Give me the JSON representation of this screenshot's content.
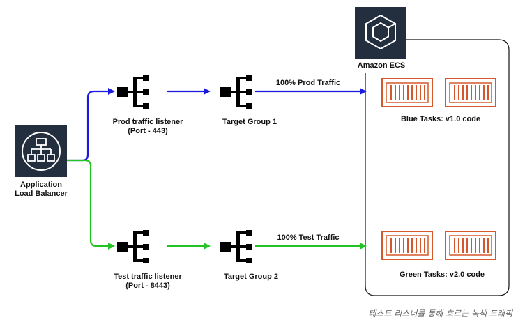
{
  "nodes": {
    "alb": {
      "label_line1": "Application",
      "label_line2": "Load Balancer",
      "icon": "load-balancer-icon"
    },
    "ecs": {
      "label": "Amazon ECS",
      "icon": "ecs-icon"
    },
    "prod_listener": {
      "label_line1": "Prod traffic listener",
      "label_line2": "(Port - 443)"
    },
    "test_listener": {
      "label_line1": "Test traffic listener",
      "label_line2": "(Port - 8443)"
    },
    "target_group_1": {
      "label": "Target Group 1"
    },
    "target_group_2": {
      "label": "Target Group 2"
    },
    "blue_tasks": {
      "label": "Blue Tasks: v1.0 code"
    },
    "green_tasks": {
      "label": "Green Tasks: v2.0 code"
    }
  },
  "edges": {
    "prod_traffic": {
      "label": "100% Prod Traffic",
      "color": "#1a1ae0"
    },
    "test_traffic": {
      "label": "100% Test Traffic",
      "color": "#22c322"
    }
  },
  "colors": {
    "icon_dark": "#232f3e",
    "container_orange": "#d4582b",
    "listener_black": "#000000"
  },
  "caption": "테스트 리스너를 통해 흐르는 녹색 트래픽"
}
